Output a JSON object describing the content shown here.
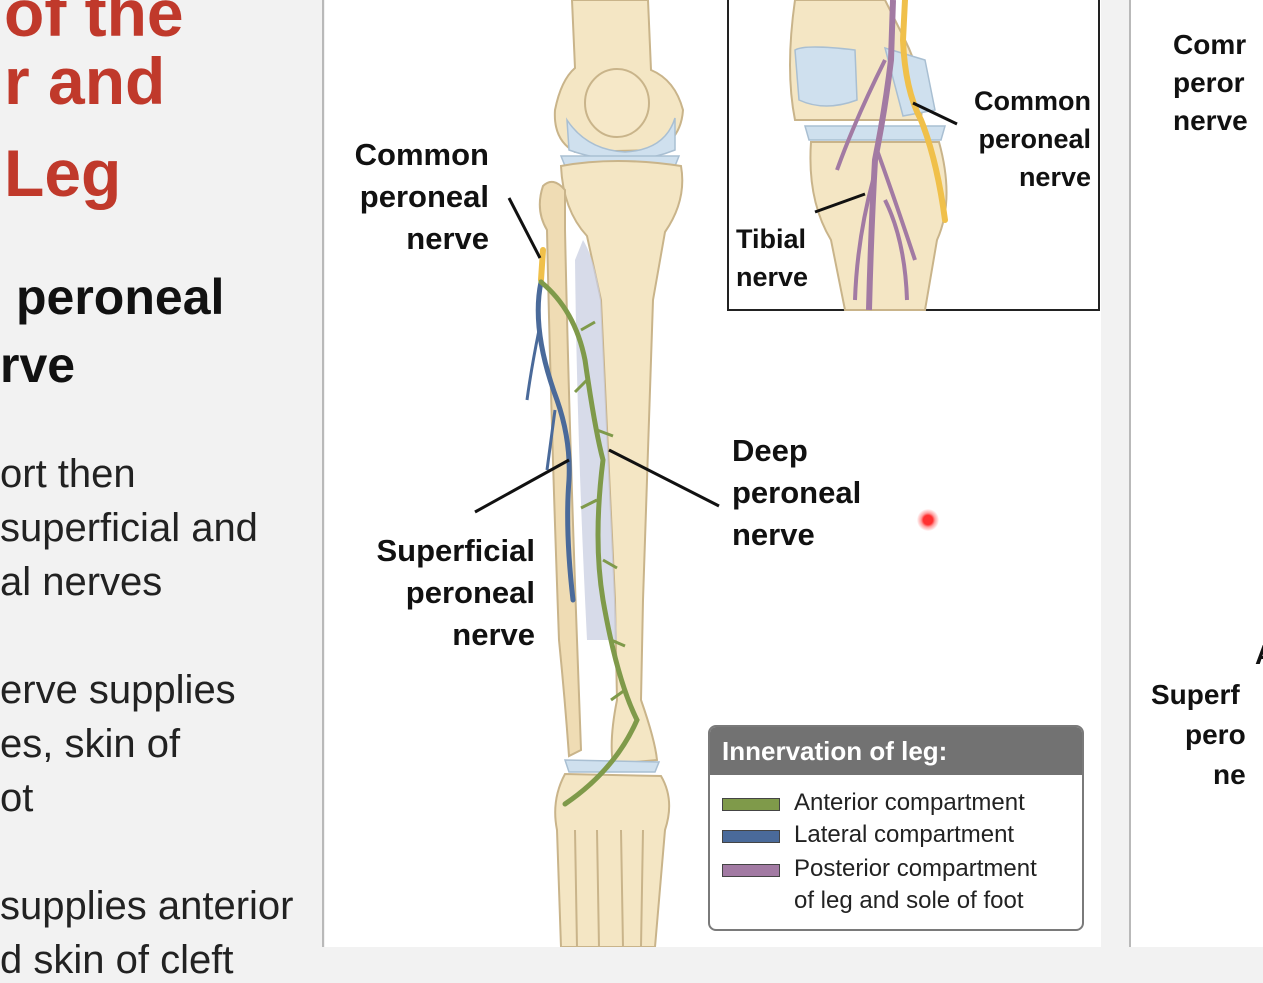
{
  "slide": {
    "title_lines": [
      "of the",
      "r and",
      "Leg"
    ],
    "heading_lines": [
      "peroneal",
      "rve"
    ],
    "body_lines": [
      "ort then",
      "superficial and",
      "al nerves",
      "erve supplies",
      "es, skin of",
      "ot",
      "supplies anterior",
      "d skin of cleft"
    ]
  },
  "diagram": {
    "labels": {
      "common_peroneal": [
        "Common",
        "peroneal",
        "nerve"
      ],
      "superficial_peroneal": [
        "Superficial",
        "peroneal",
        "nerve"
      ],
      "deep_peroneal": [
        "Deep",
        "peroneal",
        "nerve"
      ]
    },
    "inset_labels": {
      "common_peroneal": [
        "Common",
        "peroneal",
        "nerve"
      ],
      "tibial": [
        "Tibial",
        "nerve"
      ]
    },
    "legend": {
      "title": "Innervation of leg:",
      "items": [
        {
          "label": "Anterior compartment",
          "color": "#7f9a4a"
        },
        {
          "label": "Lateral compartment",
          "color": "#4a6a9a"
        },
        {
          "label": "Posterior compartment",
          "sub": "of leg and sole of foot",
          "color": "#a27aa3"
        }
      ]
    },
    "colors": {
      "bone": "#f4e6c4",
      "bone_outline": "#c9b48a",
      "cartilage": "#cfe0ee",
      "nerve_anterior": "#7f9a4a",
      "nerve_lateral": "#4a6a9a",
      "nerve_posterior": "#a27aa3",
      "nerve_common": "#f0c04a",
      "title_red": "#c0392b"
    }
  },
  "right_panel": {
    "top_labels": [
      "Comr",
      "peror",
      "nerve"
    ],
    "bottom_labels": [
      "A",
      "Superf",
      "pero",
      "ne"
    ]
  }
}
